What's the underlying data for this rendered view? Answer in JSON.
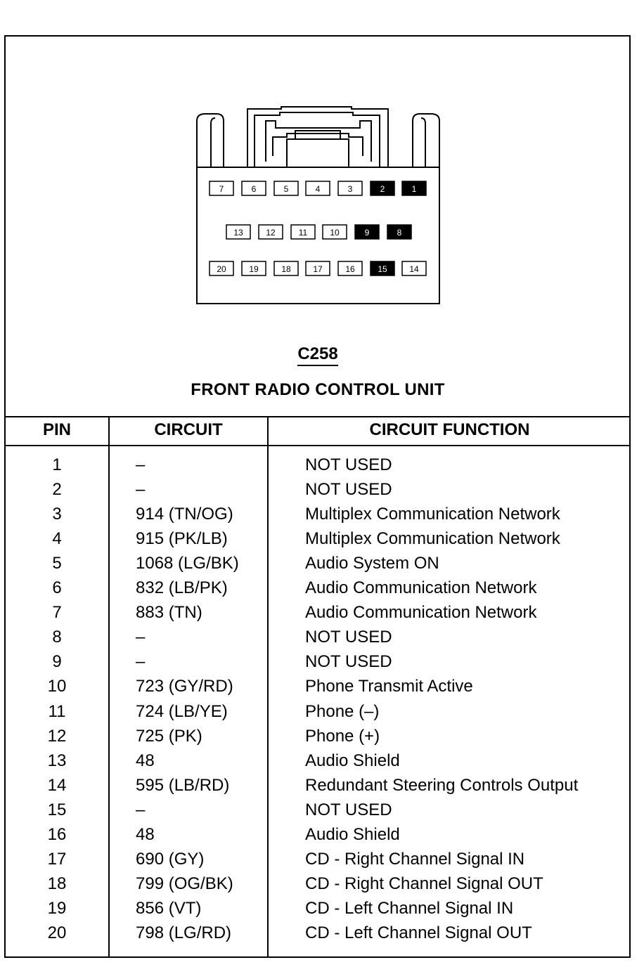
{
  "connector": {
    "id": "C258",
    "name": "FRONT RADIO CONTROL UNIT",
    "row1": [
      {
        "label": "7",
        "filled": false
      },
      {
        "label": "6",
        "filled": false
      },
      {
        "label": "5",
        "filled": false
      },
      {
        "label": "4",
        "filled": false
      },
      {
        "label": "3",
        "filled": false
      },
      {
        "label": "2",
        "filled": true
      },
      {
        "label": "1",
        "filled": true
      }
    ],
    "row2": [
      {
        "label": "13",
        "filled": false
      },
      {
        "label": "12",
        "filled": false
      },
      {
        "label": "11",
        "filled": false
      },
      {
        "label": "10",
        "filled": false
      },
      {
        "label": "9",
        "filled": true
      },
      {
        "label": "8",
        "filled": true
      }
    ],
    "row3": [
      {
        "label": "20",
        "filled": false
      },
      {
        "label": "19",
        "filled": false
      },
      {
        "label": "18",
        "filled": false
      },
      {
        "label": "17",
        "filled": false
      },
      {
        "label": "16",
        "filled": false
      },
      {
        "label": "15",
        "filled": true
      },
      {
        "label": "14",
        "filled": false
      }
    ]
  },
  "table": {
    "headers": {
      "pin": "PIN",
      "circuit": "CIRCUIT",
      "function": "CIRCUIT FUNCTION"
    },
    "rows": [
      {
        "pin": "1",
        "circuit": "–",
        "function": "NOT USED"
      },
      {
        "pin": "2",
        "circuit": "–",
        "function": "NOT USED"
      },
      {
        "pin": "3",
        "circuit": "914 (TN/OG)",
        "function": "Multiplex Communication Network"
      },
      {
        "pin": "4",
        "circuit": "915 (PK/LB)",
        "function": "Multiplex Communication Network"
      },
      {
        "pin": "5",
        "circuit": "1068 (LG/BK)",
        "function": "Audio System ON"
      },
      {
        "pin": "6",
        "circuit": "832 (LB/PK)",
        "function": "Audio Communication Network"
      },
      {
        "pin": "7",
        "circuit": "883 (TN)",
        "function": "Audio Communication Network"
      },
      {
        "pin": "8",
        "circuit": "–",
        "function": "NOT USED"
      },
      {
        "pin": "9",
        "circuit": "–",
        "function": "NOT USED"
      },
      {
        "pin": "10",
        "circuit": "723 (GY/RD)",
        "function": "Phone Transmit Active"
      },
      {
        "pin": "11",
        "circuit": "724 (LB/YE)",
        "function": "Phone (–)"
      },
      {
        "pin": "12",
        "circuit": "725 (PK)",
        "function": "Phone (+)"
      },
      {
        "pin": "13",
        "circuit": "48",
        "function": "Audio Shield"
      },
      {
        "pin": "14",
        "circuit": "595 (LB/RD)",
        "function": "Redundant Steering Controls Output"
      },
      {
        "pin": "15",
        "circuit": "–",
        "function": "NOT USED"
      },
      {
        "pin": "16",
        "circuit": "48",
        "function": "Audio Shield"
      },
      {
        "pin": "17",
        "circuit": "690 (GY)",
        "function": "CD -  Right Channel Signal IN"
      },
      {
        "pin": "18",
        "circuit": "799 (OG/BK)",
        "function": "CD -  Right Channel Signal OUT"
      },
      {
        "pin": "19",
        "circuit": "856 (VT)",
        "function": "CD -  Left Channel Signal IN"
      },
      {
        "pin": "20",
        "circuit": "798 (LG/RD)",
        "function": "CD -  Left Channel Signal OUT"
      }
    ]
  }
}
